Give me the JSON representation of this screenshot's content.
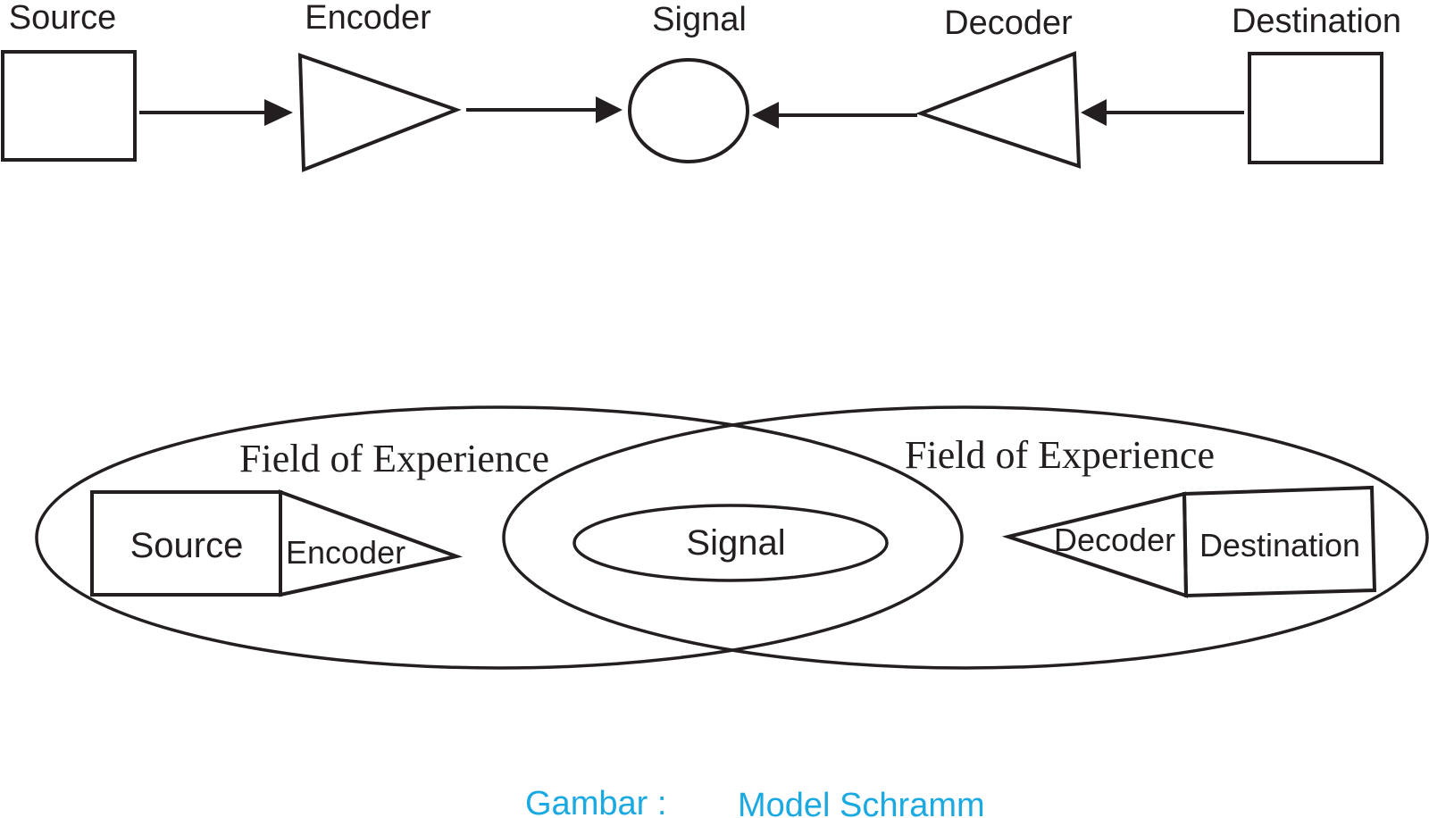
{
  "diagram": {
    "title": "Model Schramm",
    "top_model": {
      "nodes": [
        {
          "id": "source",
          "label": "Source",
          "shape": "rectangle"
        },
        {
          "id": "encoder",
          "label": "Encoder",
          "shape": "triangle-right"
        },
        {
          "id": "signal",
          "label": "Signal",
          "shape": "ellipse"
        },
        {
          "id": "decoder",
          "label": "Decoder",
          "shape": "triangle-left"
        },
        {
          "id": "destination",
          "label": "Destination",
          "shape": "rectangle"
        }
      ],
      "edges": [
        {
          "from": "source",
          "to": "encoder"
        },
        {
          "from": "encoder",
          "to": "signal"
        },
        {
          "from": "decoder",
          "to": "signal"
        },
        {
          "from": "destination",
          "to": "decoder"
        }
      ]
    },
    "bottom_model": {
      "left_field_label": "Field of Experience",
      "right_field_label": "Field of Experience",
      "source_label": "Source",
      "encoder_label": "Encoder",
      "signal_label": "Signal",
      "decoder_label": "Decoder",
      "destination_label": "Destination"
    },
    "caption": {
      "prefix": "Gambar :",
      "text": "Model Schramm",
      "color": "#1aa9e1"
    }
  }
}
